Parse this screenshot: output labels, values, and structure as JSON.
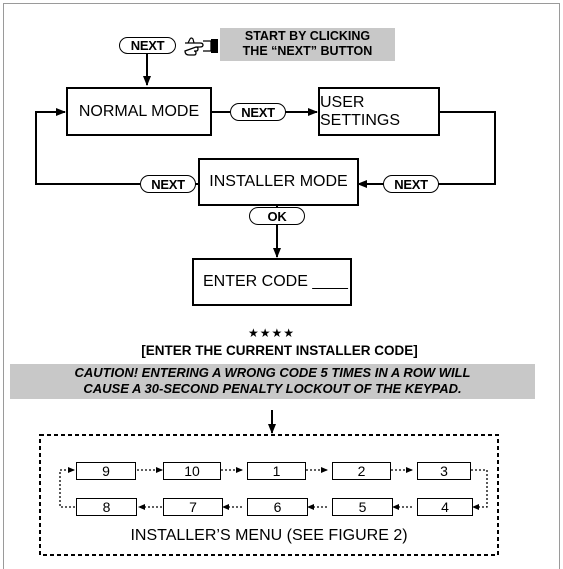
{
  "start_hint": {
    "line1": "START BY CLICKING",
    "line2": "THE “NEXT” BUTTON"
  },
  "buttons": {
    "next": "NEXT",
    "ok": "OK"
  },
  "modes": {
    "normal": "NORMAL MODE",
    "user_settings": "USER SETTINGS",
    "installer": "INSTALLER MODE"
  },
  "enter_code": "ENTER CODE ____",
  "stars": "★★★★",
  "code_instruction": "[ENTER THE CURRENT INSTALLER CODE]",
  "caution": {
    "line1": "CAUTION! ENTERING A WRONG CODE 5 TIMES IN A ROW WILL",
    "line2": "CAUSE A 30-SECOND PENALTY LOCKOUT OF THE KEYPAD."
  },
  "menu": {
    "top_row": [
      "9",
      "10",
      "1",
      "2",
      "3"
    ],
    "bottom_row": [
      "8",
      "7",
      "6",
      "5",
      "4"
    ],
    "caption": "INSTALLER’S MENU (SEE FIGURE 2)"
  },
  "icons": {
    "pointer": "pointing-hand-icon"
  }
}
